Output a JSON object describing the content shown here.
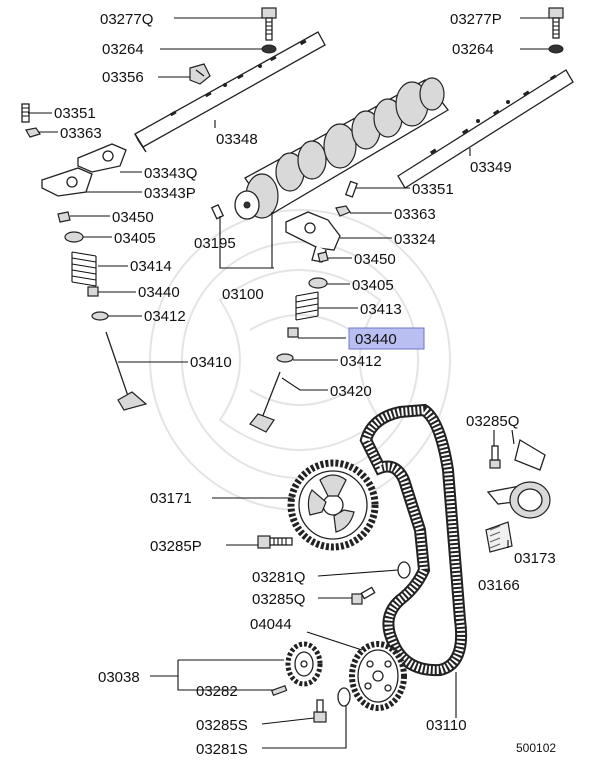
{
  "labels": {
    "p03277Q": "03277Q",
    "p03277P": "03277P",
    "p03264_left": "03264",
    "p03264_right": "03264",
    "p03356": "03356",
    "p03351_left": "03351",
    "p03363_left": "03363",
    "p03348": "03348",
    "p03349": "03349",
    "p03343Q": "03343Q",
    "p03343P": "03343P",
    "p03351_right": "03351",
    "p03450_left": "03450",
    "p03363_right": "03363",
    "p03405_left": "03405",
    "p03195": "03195",
    "p03324": "03324",
    "p03414": "03414",
    "p03450_right": "03450",
    "p03440_left": "03440",
    "p03100": "03100",
    "p03405_right": "03405",
    "p03412_left": "03412",
    "p03413": "03413",
    "p03440_right": "03440",
    "p03410": "03410",
    "p03412_right": "03412",
    "p03420": "03420",
    "p03285Q_right": "03285Q",
    "p03171": "03171",
    "p03285P": "03285P",
    "p03173": "03173",
    "p03281Q": "03281Q",
    "p03166": "03166",
    "p03285Q_bottom": "03285Q",
    "p04044": "04044",
    "p03038": "03038",
    "p03282": "03282",
    "p03285S": "03285S",
    "p03110": "03110",
    "p03281S": "03281S"
  },
  "reference_number": "500102",
  "colors": {
    "highlight_fill": "#b9bff0",
    "highlight_border": "#6e74c8",
    "line": "#111111",
    "watermark": "#dddddd"
  }
}
